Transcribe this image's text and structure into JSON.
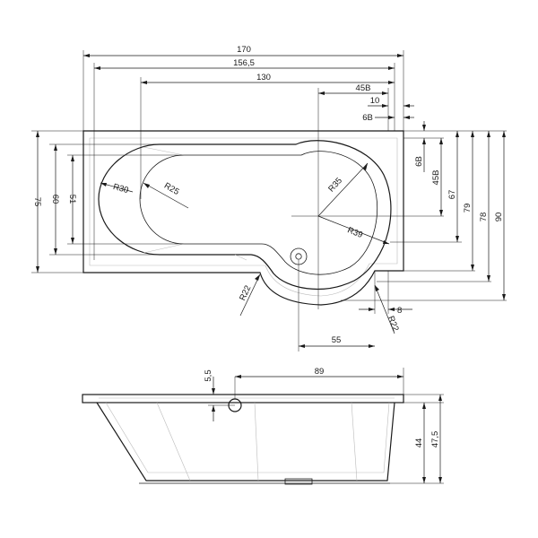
{
  "top_view": {
    "horizontal": {
      "overall_width": "170",
      "basin_width": "156,5",
      "straight_length": "130",
      "drain_zone": "45B",
      "offset_10": "10",
      "offset_6b": "6B",
      "drain_to_edge": "55",
      "rim_8": "8"
    },
    "vertical": {
      "depth_75": "75",
      "depth_60": "60",
      "depth_51": "51",
      "side_6b": "6B",
      "side_45b": "45B",
      "depth_67": "67",
      "depth_79": "79",
      "depth_78": "78",
      "depth_90": "90"
    },
    "radii": {
      "r30": "R30",
      "r25": "R25",
      "r35": "R35",
      "r39": "R39",
      "r22_left": "R22",
      "r22_right": "R22"
    }
  },
  "side_view": {
    "overflow_offset": "5,5",
    "length_89": "89",
    "height_44": "44",
    "height_47_5": "47,5"
  }
}
